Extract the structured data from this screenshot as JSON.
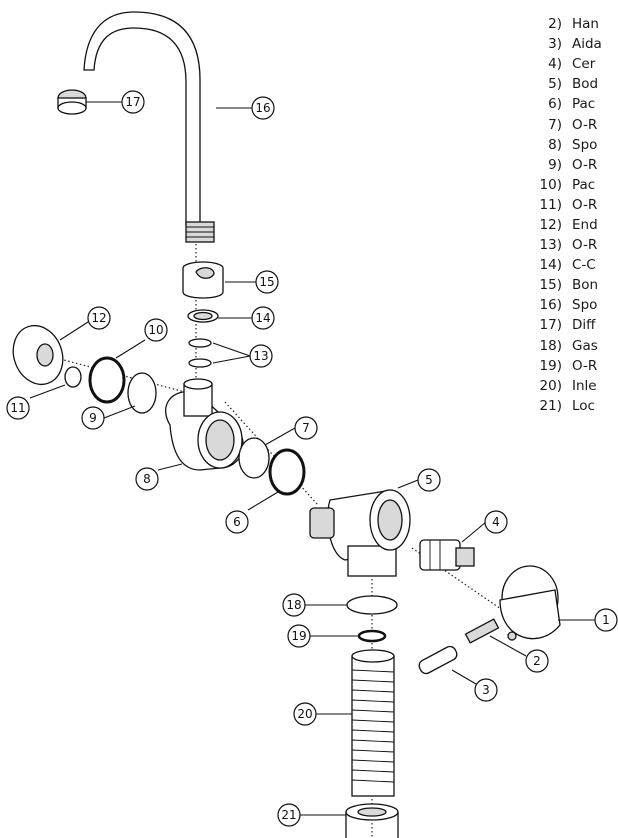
{
  "legend": [
    {
      "num": "2)",
      "name": "Han"
    },
    {
      "num": "3)",
      "name": "Aida"
    },
    {
      "num": "4)",
      "name": "Cer"
    },
    {
      "num": "5)",
      "name": "Bod"
    },
    {
      "num": "6)",
      "name": "Pac"
    },
    {
      "num": "7)",
      "name": "O-R"
    },
    {
      "num": "8)",
      "name": "Spo"
    },
    {
      "num": "9)",
      "name": "O-R"
    },
    {
      "num": "10)",
      "name": "Pac"
    },
    {
      "num": "11)",
      "name": "O-R"
    },
    {
      "num": "12)",
      "name": "End"
    },
    {
      "num": "13)",
      "name": "O-R"
    },
    {
      "num": "14)",
      "name": "C-C"
    },
    {
      "num": "15)",
      "name": "Bon"
    },
    {
      "num": "16)",
      "name": "Spo"
    },
    {
      "num": "17)",
      "name": "Diff"
    },
    {
      "num": "18)",
      "name": "Gas"
    },
    {
      "num": "19)",
      "name": "O-R"
    },
    {
      "num": "20)",
      "name": "Inle"
    },
    {
      "num": "21)",
      "name": "Loc"
    }
  ],
  "callouts": [
    "1",
    "2",
    "3",
    "4",
    "5",
    "6",
    "7",
    "8",
    "9",
    "10",
    "11",
    "12",
    "13",
    "14",
    "15",
    "16",
    "17",
    "18",
    "19",
    "20",
    "21"
  ]
}
